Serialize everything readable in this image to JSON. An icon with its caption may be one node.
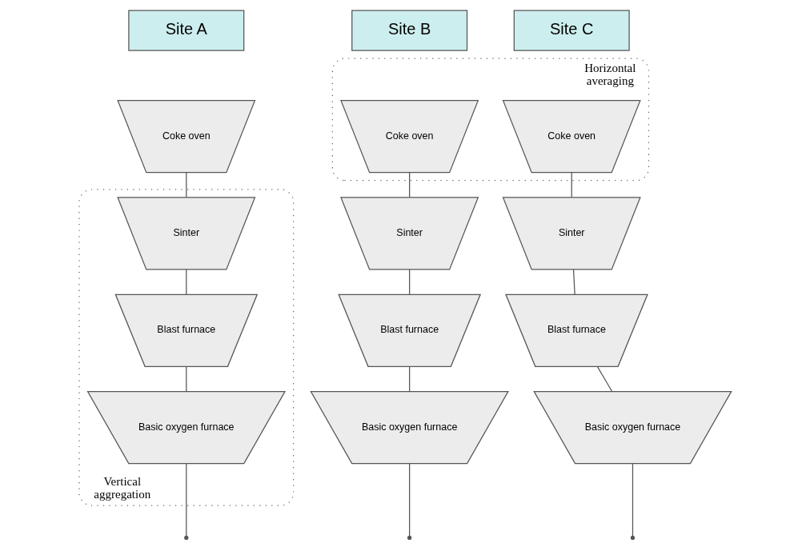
{
  "diagram": {
    "nodes": [
      {
        "text": [
          "Site A"
        ]
      },
      {
        "text": [
          "Site B"
        ]
      },
      {
        "text": [
          "Site C"
        ]
      },
      {
        "text": [
          "Horizontal averaging"
        ]
      },
      {
        "text": [
          "Vertical aggregation"
        ]
      },
      {
        "text": [
          "Coke oven"
        ]
      },
      {
        "text": [
          "Coke oven"
        ],
        "in": 3
      },
      {
        "text": [
          "Coke oven"
        ],
        "in": 3
      },
      {
        "text": [
          "Sinter"
        ],
        "in": 4
      },
      {
        "text": [
          "Sinter"
        ]
      },
      {
        "text": [
          "Sinter"
        ]
      },
      {
        "text": [
          "Blast furnace"
        ],
        "in": 4
      },
      {
        "text": [
          "Blast furnace"
        ]
      },
      {
        "text": [
          "Blast furnace"
        ]
      },
      {
        "text": [
          "Basic oxygen furnace"
        ],
        "in": 4
      },
      {
        "text": [
          "Basic oxygen furnace"
        ]
      },
      {
        "text": [
          "Basic oxygen furnace"
        ]
      }
    ],
    "edges": [
      {
        "from": 5,
        "to": 8,
        "arrow": "none"
      },
      {
        "from": 8,
        "to": 11,
        "arrow": "none"
      },
      {
        "from": 11,
        "to": 14,
        "arrow": "none"
      },
      {
        "from": 14,
        "to": null,
        "arrow": "other"
      },
      {
        "from": 6,
        "to": 9,
        "arrow": "none"
      },
      {
        "from": 9,
        "to": 12,
        "arrow": "none"
      },
      {
        "from": 12,
        "to": 15,
        "arrow": "none"
      },
      {
        "from": 15,
        "to": null,
        "arrow": "other"
      },
      {
        "from": 7,
        "to": 10,
        "arrow": "none"
      },
      {
        "from": 10,
        "to": 13,
        "arrow": "none"
      },
      {
        "from": 13,
        "to": 16,
        "arrow": "none"
      },
      {
        "from": 16,
        "to": null,
        "arrow": "other"
      }
    ]
  }
}
